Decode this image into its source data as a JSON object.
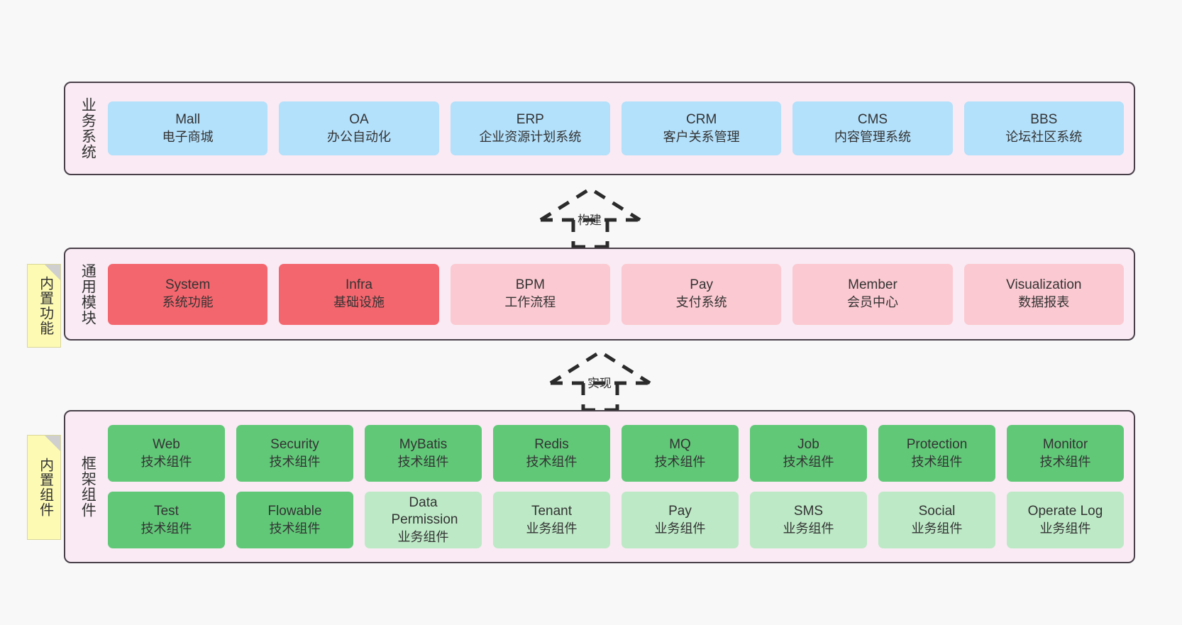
{
  "diagram": {
    "background_color": "#f8f8f8",
    "layer_fill": "#f9eaf3",
    "layer_border": "#49404a"
  },
  "layers": [
    {
      "id": "business",
      "title": "业务系统",
      "rows": [
        [
          {
            "en": "Mall",
            "cn": "电子商城",
            "color": "blue"
          },
          {
            "en": "OA",
            "cn": "办公自动化",
            "color": "blue"
          },
          {
            "en": "ERP",
            "cn": "企业资源计划系统",
            "color": "blue"
          },
          {
            "en": "CRM",
            "cn": "客户关系管理",
            "color": "blue"
          },
          {
            "en": "CMS",
            "cn": "内容管理系统",
            "color": "blue"
          },
          {
            "en": "BBS",
            "cn": "论坛社区系统",
            "color": "blue"
          }
        ]
      ]
    },
    {
      "id": "common",
      "title": "通用模块",
      "rows": [
        [
          {
            "en": "System",
            "cn": "系统功能",
            "color": "red"
          },
          {
            "en": "Infra",
            "cn": "基础设施",
            "color": "red"
          },
          {
            "en": "BPM",
            "cn": "工作流程",
            "color": "pink"
          },
          {
            "en": "Pay",
            "cn": "支付系统",
            "color": "pink"
          },
          {
            "en": "Member",
            "cn": "会员中心",
            "color": "pink"
          },
          {
            "en": "Visualization",
            "cn": "数据报表",
            "color": "pink"
          }
        ]
      ]
    },
    {
      "id": "framework",
      "title": "框架组件",
      "rows": [
        [
          {
            "en": "Web",
            "cn": "技术组件",
            "color": "green"
          },
          {
            "en": "Security",
            "cn": "技术组件",
            "color": "green"
          },
          {
            "en": "MyBatis",
            "cn": "技术组件",
            "color": "green"
          },
          {
            "en": "Redis",
            "cn": "技术组件",
            "color": "green"
          },
          {
            "en": "MQ",
            "cn": "技术组件",
            "color": "green"
          },
          {
            "en": "Job",
            "cn": "技术组件",
            "color": "green"
          },
          {
            "en": "Protection",
            "cn": "技术组件",
            "color": "green"
          },
          {
            "en": "Monitor",
            "cn": "技术组件",
            "color": "green"
          }
        ],
        [
          {
            "en": "Test",
            "cn": "技术组件",
            "color": "green"
          },
          {
            "en": "Flowable",
            "cn": "技术组件",
            "color": "green"
          },
          {
            "en": "Data Permission",
            "cn": "业务组件",
            "color": "lgreen",
            "wrap": true
          },
          {
            "en": "Tenant",
            "cn": "业务组件",
            "color": "lgreen"
          },
          {
            "en": "Pay",
            "cn": "业务组件",
            "color": "lgreen"
          },
          {
            "en": "SMS",
            "cn": "业务组件",
            "color": "lgreen"
          },
          {
            "en": "Social",
            "cn": "业务组件",
            "color": "lgreen"
          },
          {
            "en": "Operate Log",
            "cn": "业务组件",
            "color": "lgreen"
          }
        ]
      ]
    }
  ],
  "notes": [
    {
      "id": "builtin-features",
      "text": "内置功能"
    },
    {
      "id": "builtin-components",
      "text": "内置组件"
    }
  ],
  "connectors": [
    {
      "id": "build",
      "label": "构建"
    },
    {
      "id": "implement",
      "label": "实现"
    }
  ]
}
